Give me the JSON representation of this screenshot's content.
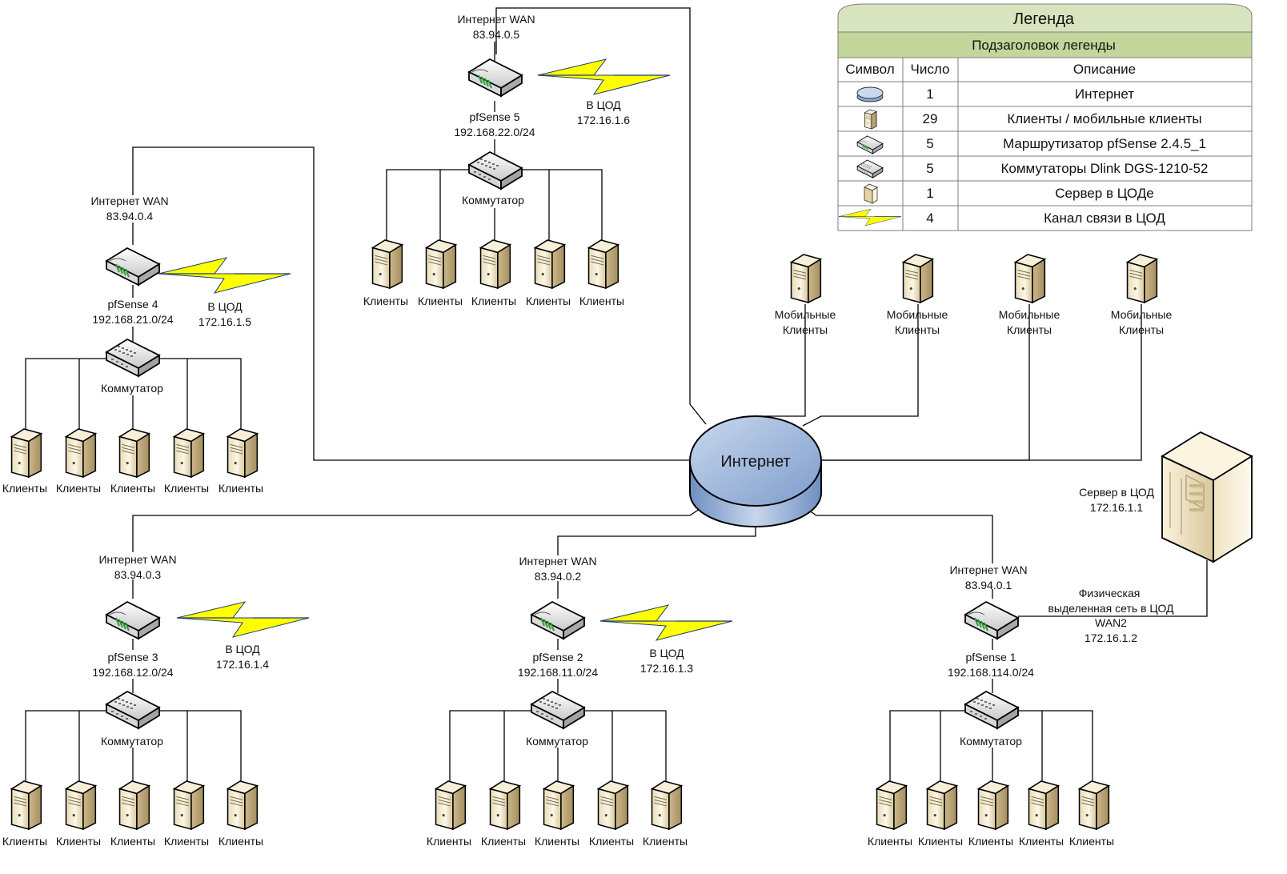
{
  "internet": {
    "label": "Интернет"
  },
  "sites": [
    {
      "id": "pf1",
      "wan_title": "Интернет WAN",
      "wan_ip": "83.94.0.1",
      "router_name": "pfSense 1",
      "subnet": "192.168.114.0/24",
      "switch_label": "Коммутатор",
      "link_label": "Физическая выделенная сеть в ЦОД",
      "link_sub": "WAN2",
      "link_ip": "172.16.1.2",
      "client_label": "Клиенты"
    },
    {
      "id": "pf2",
      "wan_title": "Интернет WAN",
      "wan_ip": "83.94.0.2",
      "router_name": "pfSense 2",
      "subnet": "192.168.11.0/24",
      "switch_label": "Коммутатор",
      "link_label": "В ЦОД",
      "link_ip": "172.16.1.3",
      "client_label": "Клиенты"
    },
    {
      "id": "pf3",
      "wan_title": "Интернет WAN",
      "wan_ip": "83.94.0.3",
      "router_name": "pfSense 3",
      "subnet": "192.168.12.0/24",
      "switch_label": "Коммутатор",
      "link_label": "В ЦОД",
      "link_ip": "172.16.1.4",
      "client_label": "Клиенты"
    },
    {
      "id": "pf4",
      "wan_title": "Интернет WAN",
      "wan_ip": "83.94.0.4",
      "router_name": "pfSense 4",
      "subnet": "192.168.21.0/24",
      "switch_label": "Коммутатор",
      "link_label": "В ЦОД",
      "link_ip": "172.16.1.5",
      "client_label": "Клиенты"
    },
    {
      "id": "pf5",
      "wan_title": "Интернет WAN",
      "wan_ip": "83.94.0.5",
      "router_name": "pfSense 5",
      "subnet": "192.168.22.0/24",
      "switch_label": "Коммутатор",
      "link_label": "В ЦОД",
      "link_ip": "172.16.1.6",
      "client_label": "Клиенты"
    }
  ],
  "mobile_clients": {
    "line1": "Мобильные",
    "line2": "Клиенты"
  },
  "server": {
    "title": "Сервер в ЦОД",
    "ip": "172.16.1.1"
  },
  "legend": {
    "title": "Легенда",
    "subtitle": "Подзаголовок легенды",
    "headers": [
      "Символ",
      "Число",
      "Описание"
    ],
    "rows": [
      {
        "icon": "internet-icon",
        "count": "1",
        "desc": "Интернет"
      },
      {
        "icon": "client-icon",
        "count": "29",
        "desc": "Клиенты / мобильные клиенты"
      },
      {
        "icon": "router-icon",
        "count": "5",
        "desc": "Маршрутизатор pfSense 2.4.5_1"
      },
      {
        "icon": "switch-icon",
        "count": "5",
        "desc": "Коммутаторы Dlink DGS-1210-52"
      },
      {
        "icon": "server-icon",
        "count": "1",
        "desc": "Сервер в ЦОДе"
      },
      {
        "icon": "lightning-icon",
        "count": "4",
        "desc": "Канал связи в ЦОД"
      }
    ]
  },
  "colors": {
    "legend_header": "#c3d69b",
    "legend_title_bg": "#d7e4bd",
    "internet_fill": "#a9c1e0",
    "lightning_yellow": "#ffff00",
    "lightning_blue": "#1f3b73",
    "server_beige": "#f2e6c8"
  }
}
